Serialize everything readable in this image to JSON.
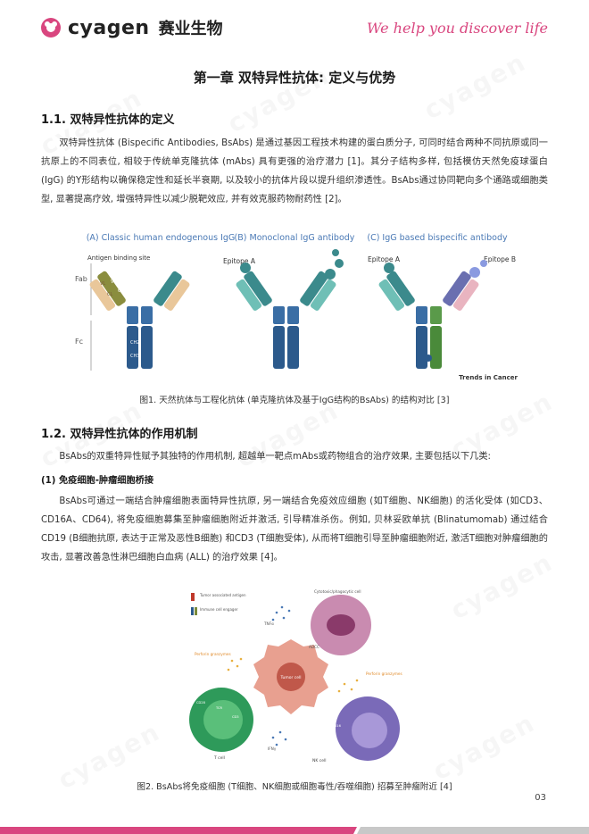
{
  "header": {
    "logo_text": "cyagen",
    "logo_cn": "赛业生物",
    "slogan": "We help you discover life",
    "brand_color": "#d9467f"
  },
  "chapter_title": "第一章 双特异性抗体: 定义与优势",
  "section1": {
    "heading": "1.1. 双特异性抗体的定义",
    "paragraph": "双特异性抗体 (Bispecific Antibodies, BsAbs) 是通过基因工程技术构建的蛋白质分子, 可同时结合两种不同抗原或同一抗原上的不同表位, 相较于传统单克隆抗体 (mAbs) 具有更强的治疗潜力 [1]。其分子结构多样, 包括模仿天然免疫球蛋白 (IgG) 的Y形结构以确保稳定性和延长半衰期, 以及较小的抗体片段以提升组织渗透性。BsAbs通过协同靶向多个通路或细胞类型, 显著提高疗效, 增强特异性以减少脱靶效应, 并有效克服药物耐药性 [2]。"
  },
  "figure1": {
    "panel_a_title": "(A) Classic human endogenous IgG",
    "panel_b_title": "(B) Monoclonal IgG antibody",
    "panel_c_title": "(C) IgG based bispecific antibody",
    "antigen_binding_site": "Antigen binding site",
    "fab": "Fab",
    "fc": "Fc",
    "vh": "VH",
    "ch1": "CH1",
    "vl": "VL",
    "cl": "CL",
    "ch2": "CH2",
    "ch3": "CH3",
    "epitope_a": "Epitope A",
    "epitope_a2": "Epitope A",
    "epitope_b": "Epitope B",
    "credit": "Trends in Cancer",
    "caption": "图1. 天然抗体与工程化抗体 (单克隆抗体及基于IgG结构的BsAbs) 的结构对比 [3]"
  },
  "section2": {
    "heading": "1.2. 双特异性抗体的作用机制",
    "intro": "BsAbs的双重特异性赋予其独特的作用机制, 超越单一靶点mAbs或药物组合的治疗效果, 主要包括以下几类:",
    "sub_heading": "(1) 免疫细胞-肿瘤细胞桥接",
    "paragraph": "BsAbs可通过一端结合肿瘤细胞表面特异性抗原, 另一端结合免疫效应细胞 (如T细胞、NK细胞) 的活化受体 (如CD3、CD16A、CD64), 将免疫细胞募集至肿瘤细胞附近并激活, 引导精准杀伤。例如, 贝林妥欧单抗 (Blinatumomab) 通过结合CD19 (B细胞抗原, 表达于正常及恶性B细胞) 和CD3 (T细胞受体), 从而将T细胞引导至肿瘤细胞附近, 激活T细胞对肿瘤细胞的攻击, 显著改善急性淋巴细胞白血病 (ALL) 的治疗效果 [4]。"
  },
  "figure2": {
    "legend_1": "Tumor associated antigen",
    "legend_2": "Immune cell engager",
    "tumor_cell": "Tumor cell",
    "t_cell": "T cell",
    "nk_cell": "NK cell",
    "phago_cell": "Cytotoxic/phagocytic cell",
    "tnfa": "TNFα",
    "adcc": "ADCC",
    "perforin_left": "Perforin granzymes",
    "perforin_right": "Perforin granzymes",
    "ifng": "IFNγ",
    "cd28": "CD28",
    "tcr": "TCR",
    "cd3": "CD3",
    "cd16": "CD16",
    "caption": "图2. BsAbs将免疫细胞 (T细胞、NK细胞或细胞毒性/吞噬细胞) 招募至肿瘤附近 [4]"
  },
  "page_number": "03"
}
